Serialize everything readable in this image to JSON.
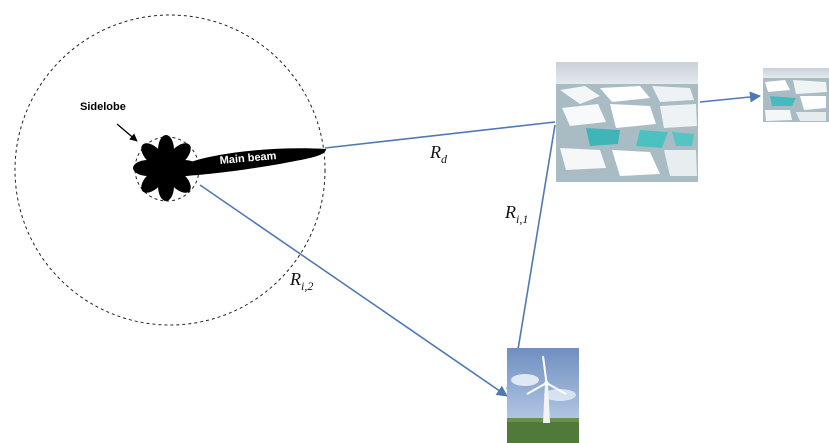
{
  "labels": {
    "sidelobe": "Sidelobe",
    "main_beam": "Main beam",
    "r_direct": {
      "symbol": "R",
      "subscript": "d"
    },
    "r_interference_1": {
      "symbol": "R",
      "subscript": "i,1"
    },
    "r_interference_2": {
      "symbol": "R",
      "subscript": "i,2"
    }
  },
  "colors": {
    "ray": "#4f79b5",
    "antenna": "#000000",
    "circle": "#222222"
  },
  "images": {
    "target": "sea-ice-photo",
    "target_small": "sea-ice-photo-small",
    "interferer": "wind-turbine-photo"
  }
}
